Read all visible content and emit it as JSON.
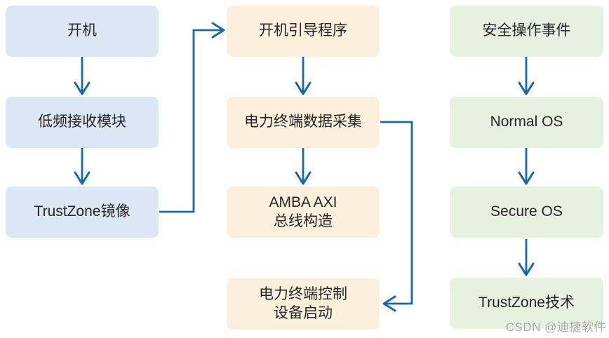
{
  "colors": {
    "column1_fill": "#dbe7f4",
    "column2_fill": "#fcefdb",
    "column3_fill": "#e6f1e0",
    "arrow": "#1769a5",
    "text": "#262626",
    "watermark": "#a9aca5",
    "background": "#ffffff"
  },
  "diagram": {
    "column1": {
      "nodes": [
        {
          "id": "power-on",
          "lines": [
            "开机"
          ]
        },
        {
          "id": "low-frequency-receiver-module",
          "lines": [
            "低频接收模块"
          ]
        },
        {
          "id": "trustzone-image",
          "lines": [
            "TrustZone镜像"
          ]
        }
      ]
    },
    "column2": {
      "nodes": [
        {
          "id": "boot-loader",
          "lines": [
            "开机引导程序"
          ]
        },
        {
          "id": "power-terminal-data-collection",
          "lines": [
            "电力终端数据采集"
          ]
        },
        {
          "id": "amba-axi-bus-structure",
          "lines": [
            "AMBA AXI",
            "总线构造"
          ]
        },
        {
          "id": "power-terminal-control-device-startup",
          "lines": [
            "电力终端控制",
            "设备启动"
          ]
        }
      ]
    },
    "column3": {
      "nodes": [
        {
          "id": "security-operation-event",
          "lines": [
            "安全操作事件"
          ]
        },
        {
          "id": "normal-os",
          "lines": [
            "Normal OS"
          ]
        },
        {
          "id": "secure-os",
          "lines": [
            "Secure OS"
          ]
        },
        {
          "id": "trustzone-technology",
          "lines": [
            "TrustZone技术"
          ]
        }
      ]
    },
    "edges": [
      {
        "from": "开机",
        "to": "低频接收模块"
      },
      {
        "from": "低频接收模块",
        "to": "TrustZone镜像"
      },
      {
        "from": "TrustZone镜像",
        "to": "开机引导程序"
      },
      {
        "from": "开机引导程序",
        "to": "电力终端数据采集"
      },
      {
        "from": "电力终端数据采集",
        "to": "AMBA AXI总线构造"
      },
      {
        "from": "电力终端数据采集",
        "to": "电力终端控制设备启动"
      },
      {
        "from": "安全操作事件",
        "to": "Normal OS"
      },
      {
        "from": "Normal OS",
        "to": "Secure OS"
      },
      {
        "from": "Secure OS",
        "to": "TrustZone技术"
      }
    ]
  },
  "watermark": {
    "text": "CSDN @迪捷软件"
  }
}
